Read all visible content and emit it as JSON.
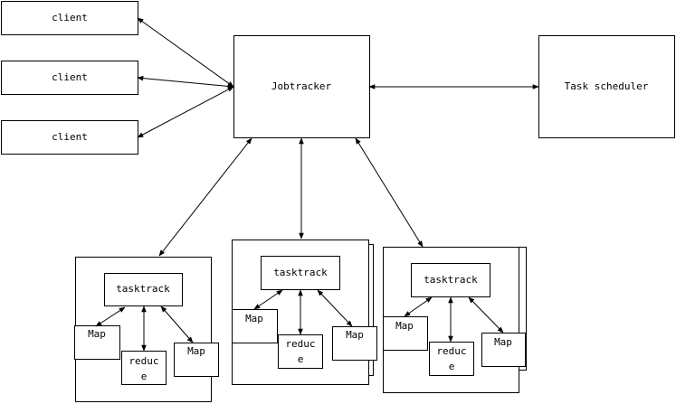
{
  "clients": [
    "client",
    "client",
    "client"
  ],
  "jobtracker": "Jobtracker",
  "scheduler": "Task scheduler",
  "nodes": [
    {
      "tasktracker": "tasktrack",
      "map1": "Map",
      "map2": "Map",
      "reduce1": "reduc",
      "reduce2": "e"
    },
    {
      "tasktracker": "tasktrack",
      "map1": "Map",
      "map2": "Map",
      "reduce1": "reduc",
      "reduce2": "e"
    },
    {
      "tasktracker": "tasktrack",
      "map1": "Map",
      "map2": "Map",
      "reduce1": "reduc",
      "reduce2": "e"
    }
  ]
}
